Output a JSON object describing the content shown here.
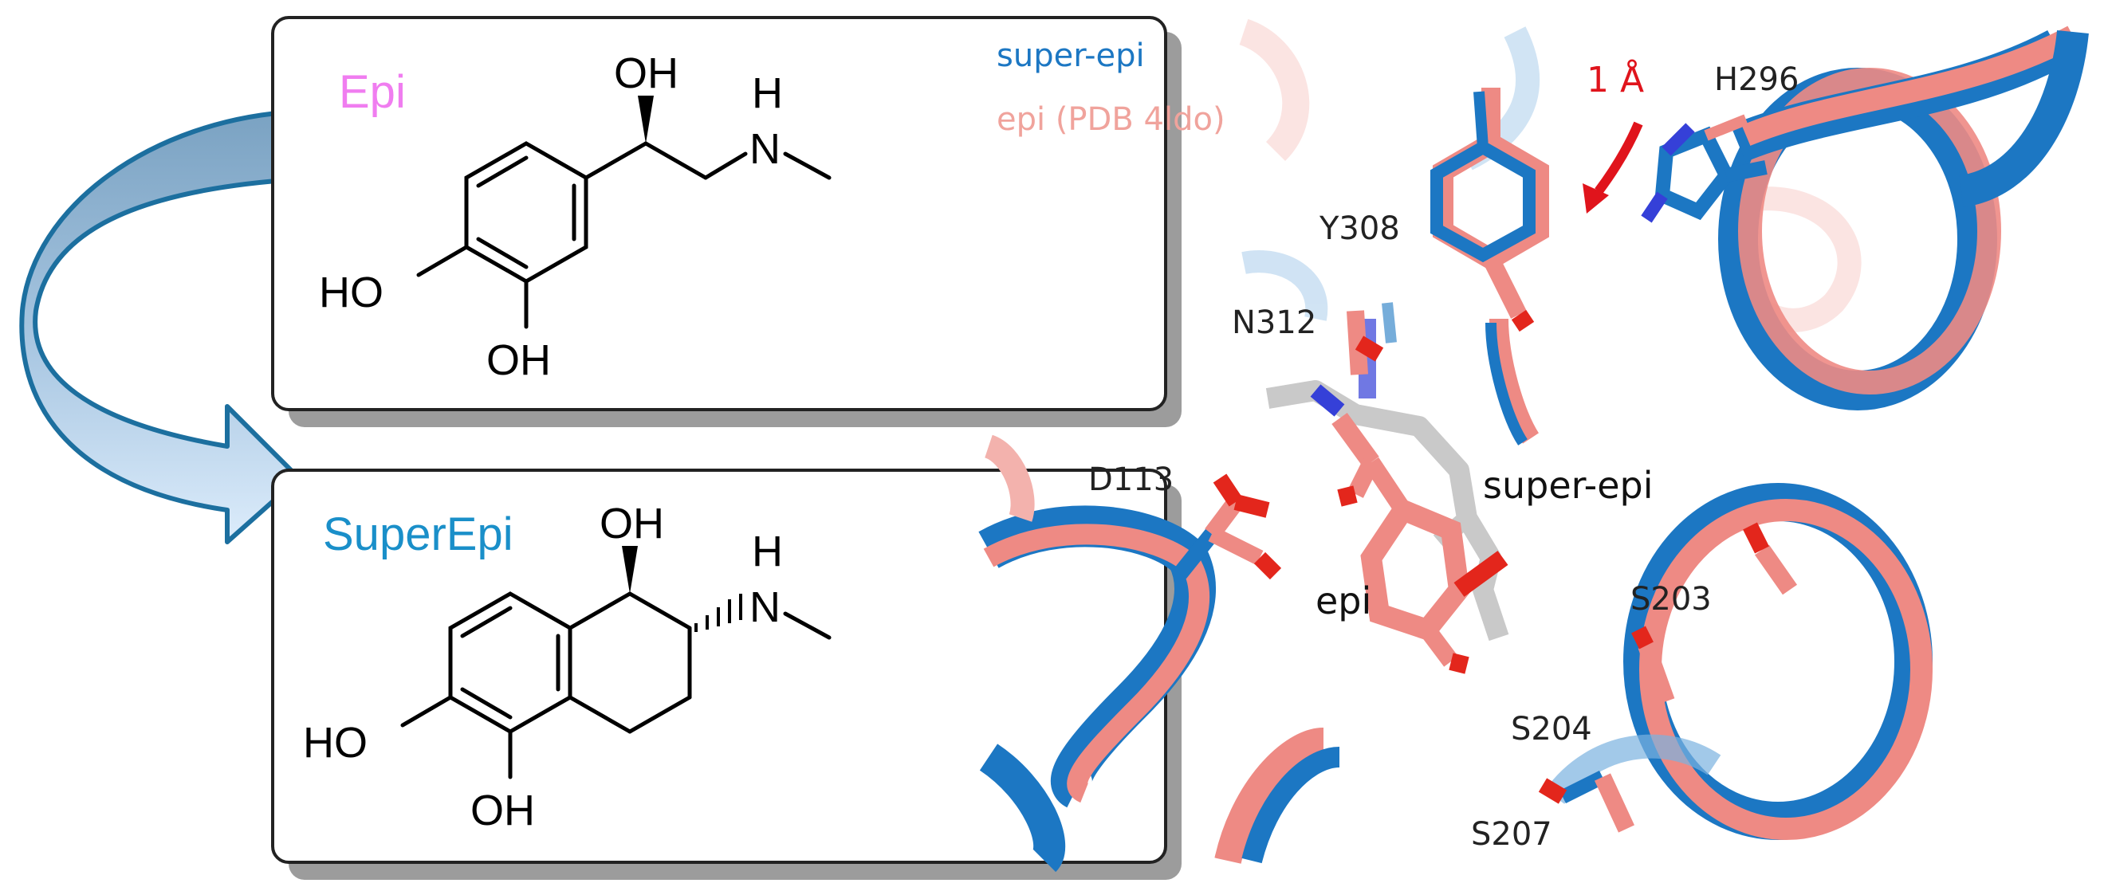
{
  "molecules": {
    "epi": {
      "name": "Epi",
      "name_color": "#f07df0",
      "atoms": {
        "oh_top": "OH",
        "ho_left": "HO",
        "oh_bottom": "OH",
        "n": "N",
        "h": "H"
      }
    },
    "superepi": {
      "name": "SuperEpi",
      "name_color": "#1a8fc9",
      "atoms": {
        "oh_top": "OH",
        "ho_left": "HO",
        "oh_bottom": "OH",
        "n": "N",
        "h": "H"
      }
    }
  },
  "structure": {
    "legend": [
      {
        "label": "super-epi",
        "color": "#1c77c3"
      },
      {
        "label": "epi (PDB 4ldo)",
        "color": "#f0a39c"
      }
    ],
    "shift_label": "1 Å",
    "shift_color": "#e0141c",
    "residues": {
      "h296": "H296",
      "y308": "Y308",
      "n312": "N312",
      "d113": "D113",
      "s203": "S203",
      "s204": "S204",
      "s207": "S207"
    },
    "ligand_labels": {
      "superepi": "super-epi",
      "epi": "epi"
    },
    "colors": {
      "blue": "#1c77c3",
      "pink": "#ee8a84",
      "red": "#e3261c",
      "gray": "#c9c9c9",
      "nitrogen": "#3540d8"
    }
  }
}
